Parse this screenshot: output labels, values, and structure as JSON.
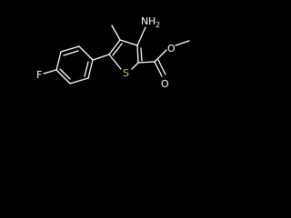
{
  "molecule": {
    "atoms": {
      "amino_n": {
        "symbol": "N",
        "suffix": "H",
        "subscript": "2"
      },
      "fluorine": {
        "symbol": "F"
      },
      "sulfur": {
        "symbol": "S"
      },
      "carbonyl_o": {
        "symbol": "O"
      },
      "ester_o": {
        "symbol": "O"
      }
    }
  },
  "colors": {
    "background": "#000000",
    "bond": "#ffffff",
    "label": "#ffffff",
    "sulfur": "#c8c864"
  }
}
